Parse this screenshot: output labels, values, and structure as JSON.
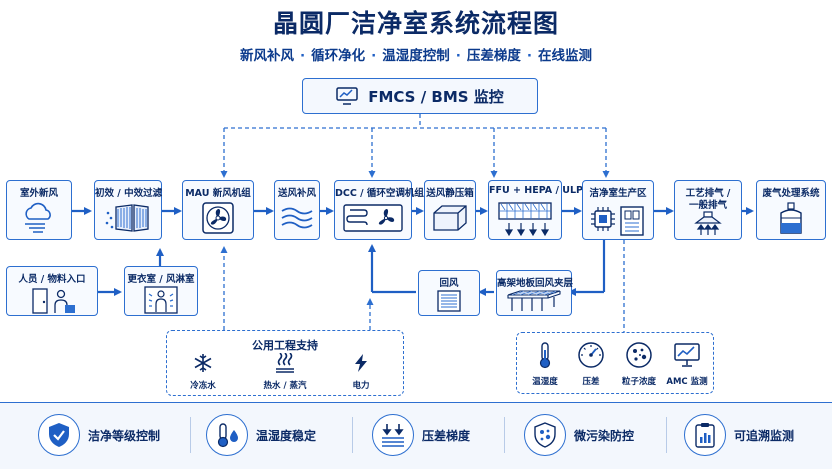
{
  "title": "晶圆厂洁净室系统流程图",
  "subtitle": [
    "新风补风",
    "循环净化",
    "温湿度控制",
    "压差梯度",
    "在线监测"
  ],
  "subtitle_sep": "·",
  "fmcs": {
    "label": "FMCS / BMS 监控",
    "icon": "monitor-chart-icon"
  },
  "nodes": {
    "outdoor_air": {
      "label": "室外新风",
      "icon": "cloud-wind-icon"
    },
    "prefilter": {
      "label": "初效 / 中效过滤",
      "icon": "filter-icon"
    },
    "mau": {
      "label": "MAU 新风机组",
      "icon": "fan-icon"
    },
    "supply_makeup": {
      "label": "送风补风",
      "icon": "airflow-icon"
    },
    "dcc": {
      "label": "DCC / 循环空调机组",
      "icon": "coil-fan-icon"
    },
    "plenum": {
      "label": "送风静压箱",
      "icon": "box-icon"
    },
    "ffu": {
      "label": "FFU + HEPA / ULPA",
      "icon": "ffu-filter-icon"
    },
    "cleanroom": {
      "label": "洁净室生产区",
      "icon": "chip-tools-icon"
    },
    "exhaust": {
      "label": "工艺排气 /",
      "label2": "一般排气",
      "icon": "exhaust-hood-icon"
    },
    "waste_gas": {
      "label": "废气处理系统",
      "icon": "scrubber-icon"
    },
    "entry": {
      "label": "人员 / 物料入口",
      "icon": "door-person-icon"
    },
    "gowning": {
      "label": "更衣室 / 风淋室",
      "icon": "air-shower-icon"
    },
    "return_air": {
      "label": "回风",
      "icon": "return-grille-icon"
    },
    "raised_floor": {
      "label": "高架地板回风夹层",
      "icon": "raised-floor-icon"
    }
  },
  "utilities": {
    "title": "公用工程支持",
    "items": [
      {
        "label": "冷冻水",
        "icon": "snowflake-icon"
      },
      {
        "label": "热水 / 蒸汽",
        "icon": "steam-icon"
      },
      {
        "label": "电力",
        "icon": "lightning-icon"
      }
    ]
  },
  "monitoring": [
    {
      "label": "温湿度",
      "icon": "thermometer-icon"
    },
    {
      "label": "压差",
      "icon": "gauge-icon"
    },
    {
      "label": "粒子浓度",
      "icon": "particles-icon"
    },
    {
      "label": "AMC 监测",
      "icon": "monitor-chart-icon"
    }
  ],
  "features": [
    {
      "label": "洁净等级控制",
      "icon": "shield-check-icon"
    },
    {
      "label": "温湿度稳定",
      "icon": "thermometer-drop-icon"
    },
    {
      "label": "压差梯度",
      "icon": "pressure-arrows-icon"
    },
    {
      "label": "微污染防控",
      "icon": "shield-particles-icon"
    },
    {
      "label": "可追溯监测",
      "icon": "clipboard-chart-icon"
    }
  ],
  "colors": {
    "primary": "#0b2a66",
    "accent": "#2d6fd0",
    "light": "#f7faff"
  }
}
